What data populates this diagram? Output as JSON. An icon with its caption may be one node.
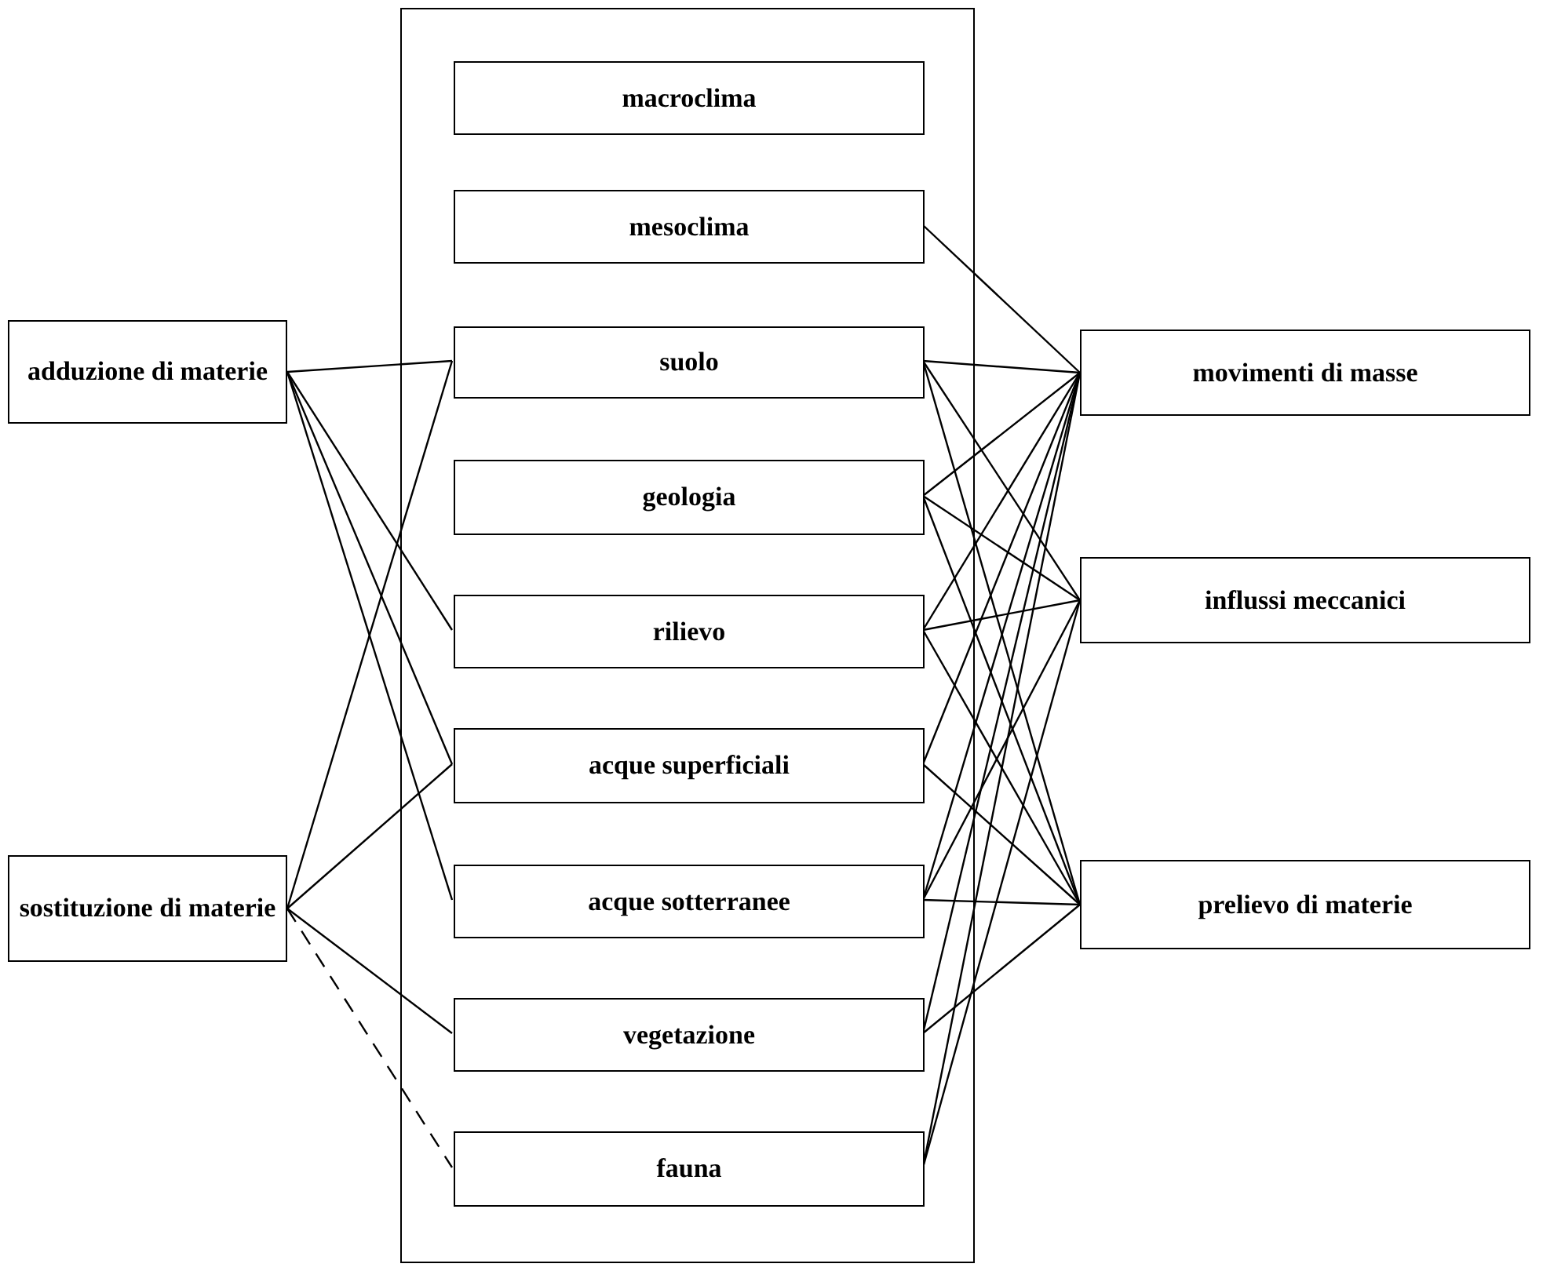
{
  "diagram": {
    "nodes": [
      {
        "text": [
          "adduzione di materie"
        ]
      },
      {
        "text": [
          "sostituzione di materie"
        ]
      },
      {
        "text": [],
        "shape": "box"
      },
      {
        "text": [
          "macroclima"
        ],
        "in": 2
      },
      {
        "text": [
          "mesoclima"
        ],
        "in": 2
      },
      {
        "text": [
          "suolo"
        ],
        "in": 2
      },
      {
        "text": [
          "geologia"
        ],
        "in": 2
      },
      {
        "text": [
          "rilievo"
        ],
        "in": 2
      },
      {
        "text": [
          "acque superficiali"
        ],
        "in": 2
      },
      {
        "text": [
          "acque sotterranee"
        ],
        "in": 2
      },
      {
        "text": [
          "vegetazione"
        ],
        "in": 2
      },
      {
        "text": [
          "fauna"
        ],
        "in": 2
      },
      {
        "text": [
          "movimenti di masse"
        ]
      },
      {
        "text": [
          "influssi meccanici"
        ]
      },
      {
        "text": [
          "prelievo di materie"
        ]
      }
    ],
    "edges": [
      {
        "from": 0,
        "to": 5,
        "arrow": "none"
      },
      {
        "from": 0,
        "to": 7,
        "arrow": "none"
      },
      {
        "from": 0,
        "to": 8,
        "arrow": "none"
      },
      {
        "from": 0,
        "to": 9,
        "arrow": "none"
      },
      {
        "from": 1,
        "to": 5,
        "arrow": "none"
      },
      {
        "from": 1,
        "to": 8,
        "arrow": "none"
      },
      {
        "from": 1,
        "to": 10,
        "arrow": "none"
      },
      {
        "from": 1,
        "to": 11,
        "arrow": "none",
        "style": "dashed"
      },
      {
        "from": 4,
        "to": 12,
        "arrow": "none"
      },
      {
        "from": 5,
        "to": 12,
        "arrow": "none"
      },
      {
        "from": 5,
        "to": 13,
        "arrow": "none"
      },
      {
        "from": 5,
        "to": 14,
        "arrow": "none"
      },
      {
        "from": 6,
        "to": 12,
        "arrow": "none"
      },
      {
        "from": 6,
        "to": 13,
        "arrow": "none"
      },
      {
        "from": 6,
        "to": 14,
        "arrow": "none"
      },
      {
        "from": 7,
        "to": 12,
        "arrow": "none"
      },
      {
        "from": 7,
        "to": 13,
        "arrow": "none"
      },
      {
        "from": 7,
        "to": 14,
        "arrow": "none"
      },
      {
        "from": 8,
        "to": 12,
        "arrow": "none"
      },
      {
        "from": 8,
        "to": 14,
        "arrow": "none"
      },
      {
        "from": 9,
        "to": 12,
        "arrow": "none"
      },
      {
        "from": 9,
        "to": 13,
        "arrow": "none"
      },
      {
        "from": 9,
        "to": 14,
        "arrow": "none"
      },
      {
        "from": 10,
        "to": 12,
        "arrow": "none"
      },
      {
        "from": 10,
        "to": 14,
        "arrow": "none"
      },
      {
        "from": 11,
        "to": 12,
        "arrow": "none"
      },
      {
        "from": 11,
        "to": 13,
        "arrow": "none"
      }
    ]
  }
}
